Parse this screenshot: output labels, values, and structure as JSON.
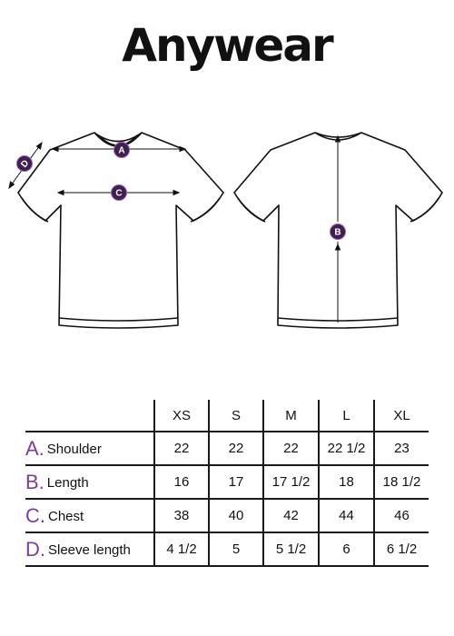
{
  "brand": {
    "name": "Anywear"
  },
  "markers": {
    "A": "A",
    "B": "B",
    "C": "C",
    "D": "D"
  },
  "colors": {
    "accent": "#7a3e9d",
    "marker_fill": "#3f1f4e",
    "ink": "#111111"
  },
  "size_table": {
    "sizes": [
      "XS",
      "S",
      "M",
      "L",
      "XL"
    ],
    "rows": [
      {
        "letter": "A.",
        "label": "Shoulder",
        "values": [
          "22",
          "22",
          "22",
          "22 1/2",
          "23"
        ]
      },
      {
        "letter": "B.",
        "label": "Length",
        "values": [
          "16",
          "17",
          "17 1/2",
          "18",
          "18 1/2"
        ]
      },
      {
        "letter": "C.",
        "label": "Chest",
        "values": [
          "38",
          "40",
          "42",
          "44",
          "46"
        ]
      },
      {
        "letter": "D.",
        "label": "Sleeve length",
        "values": [
          "4 1/2",
          "5",
          "5 1/2",
          "6",
          "6 1/2"
        ]
      }
    ]
  }
}
